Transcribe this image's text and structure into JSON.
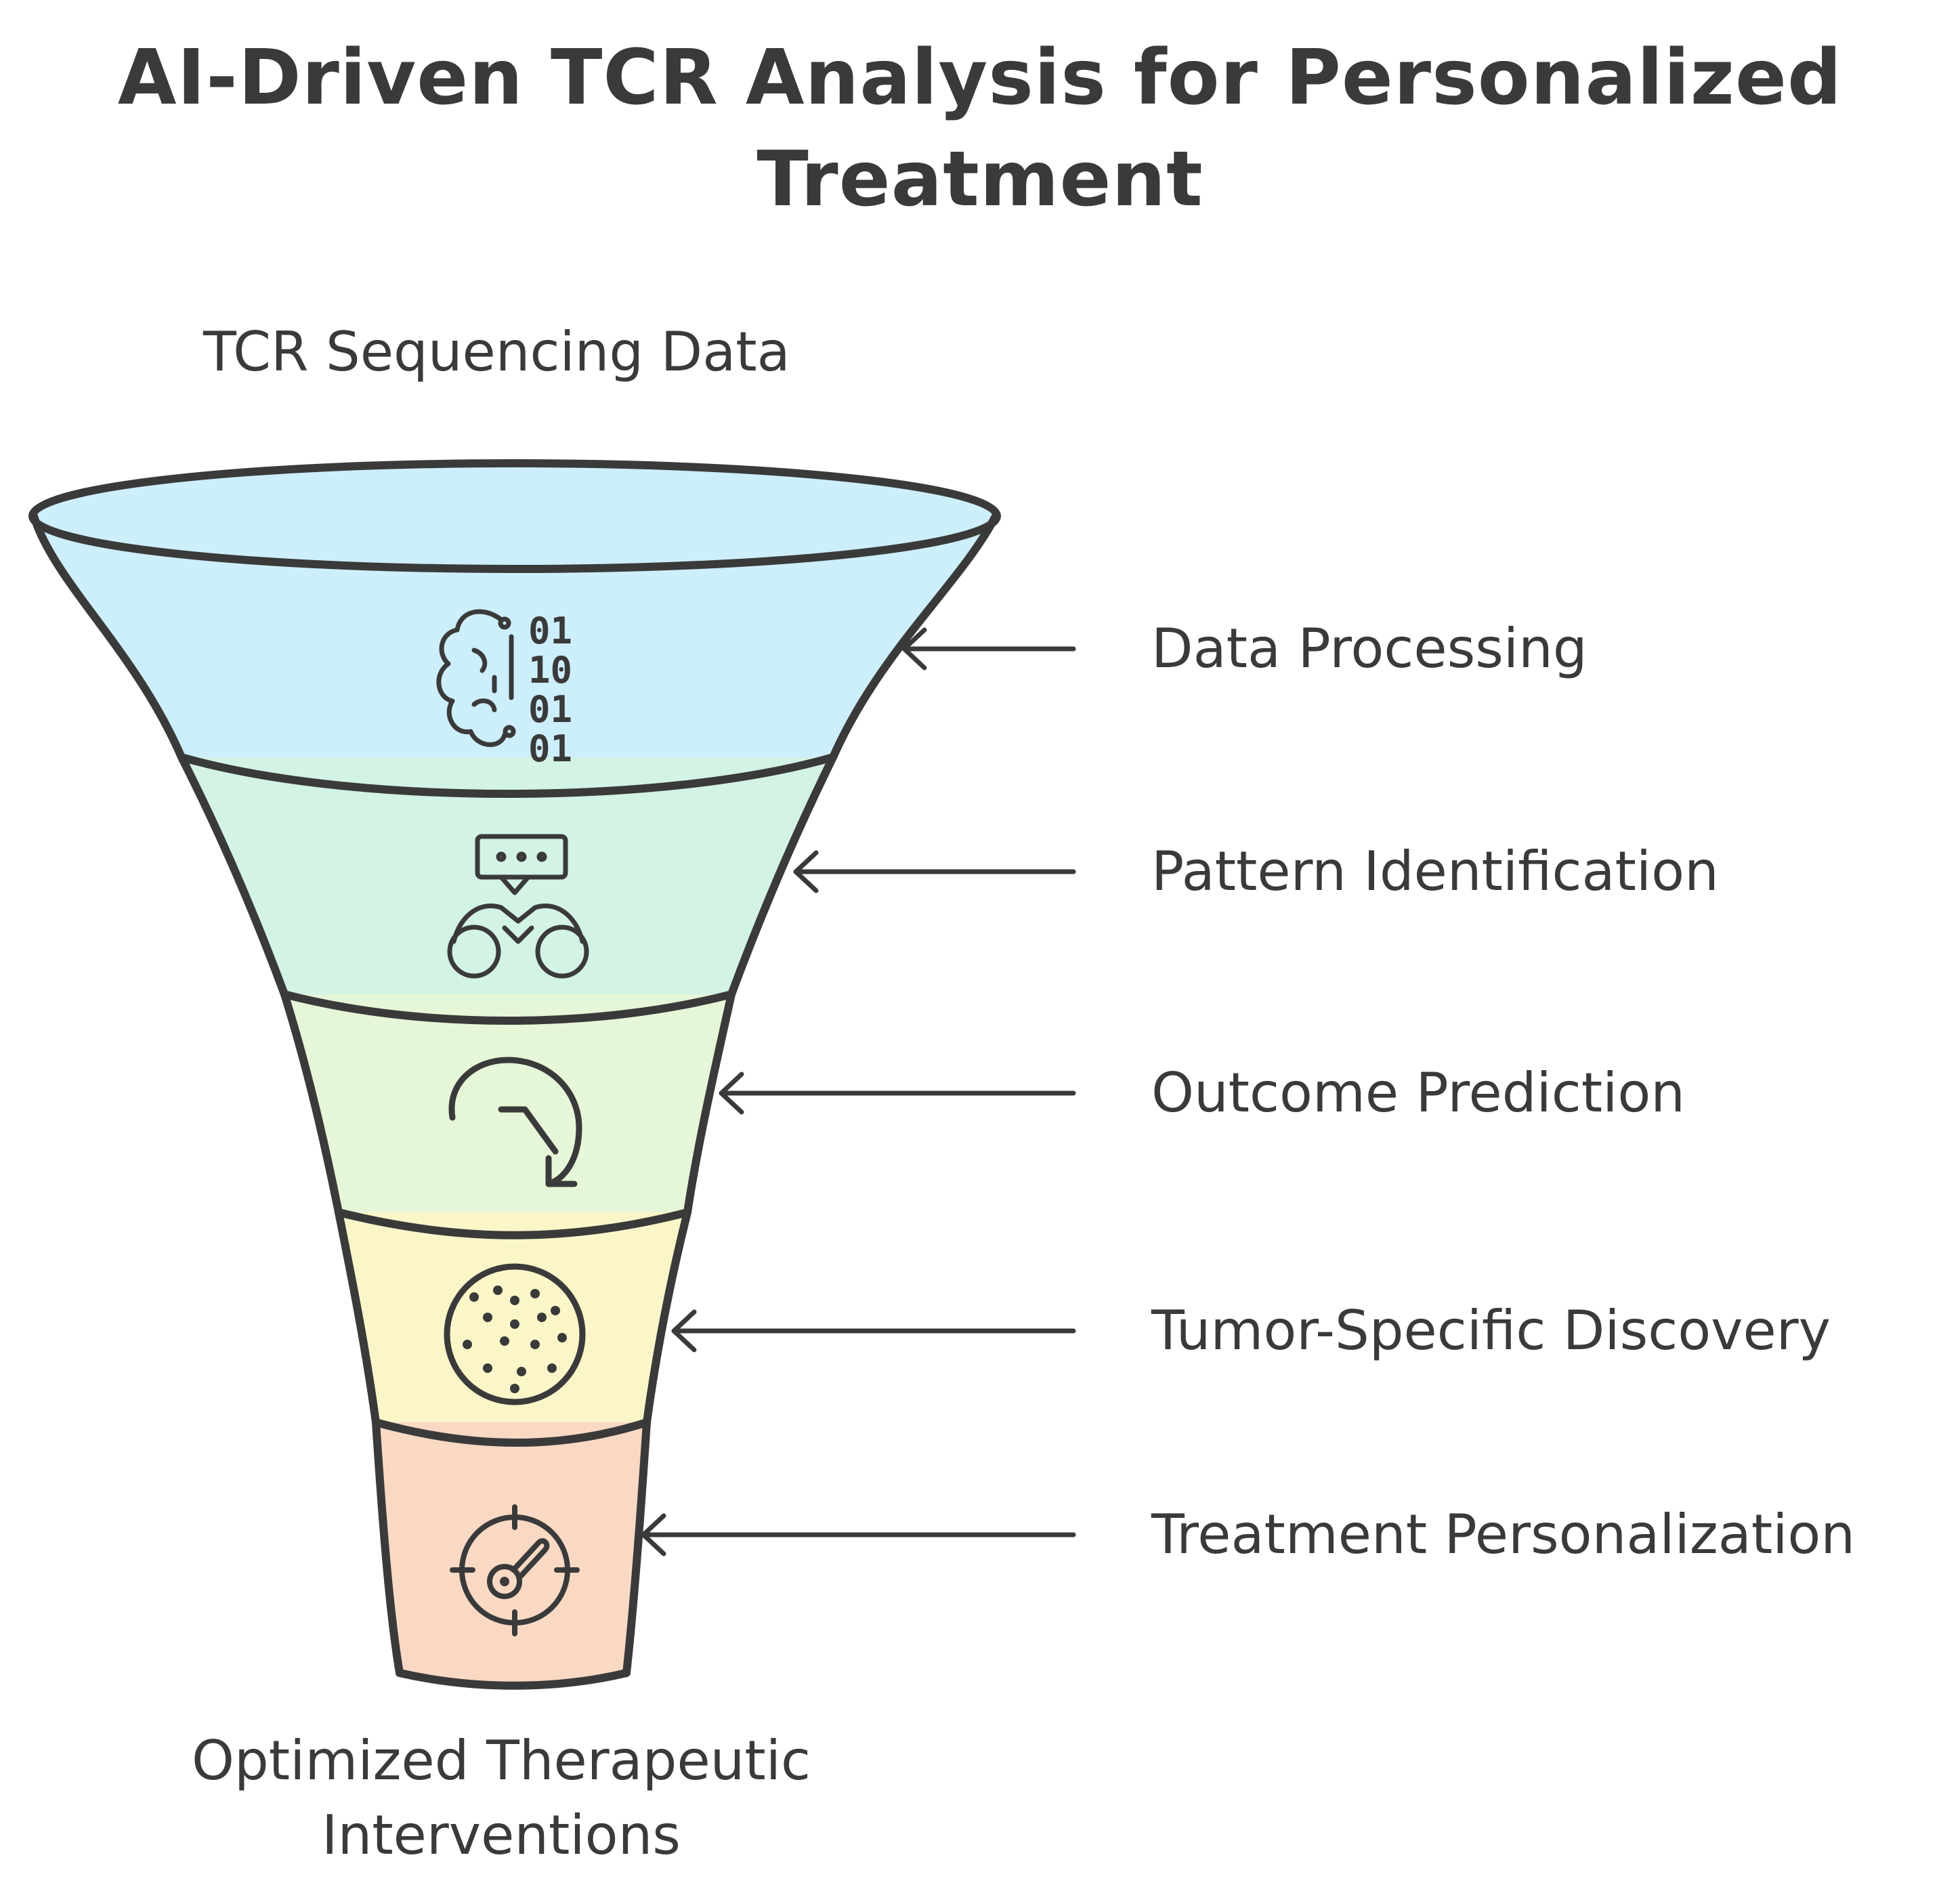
{
  "title": {
    "line1": "AI-Driven TCR Analysis for Personalized",
    "line2": "Treatment"
  },
  "funnel": {
    "input_label": "TCR Sequencing Data",
    "output_label": {
      "line1": "Optimized Therapeutic",
      "line2": "Interventions"
    },
    "stages": [
      {
        "label": "Data Processing",
        "icon": "brain-binary-icon",
        "color": "#cdeefb",
        "binary": [
          "01",
          "10",
          "01",
          "01"
        ]
      },
      {
        "label": "Pattern Identification",
        "icon": "binoculars-chat-icon",
        "color": "#d3f3e4"
      },
      {
        "label": "Outcome Prediction",
        "icon": "forecast-arrow-icon",
        "color": "#e6f6d8"
      },
      {
        "label": "Tumor-Specific Discovery",
        "icon": "tumor-cell-icon",
        "color": "#fbf6c8"
      },
      {
        "label": "Treatment Personalization",
        "icon": "target-key-icon",
        "color": "#f9d9c4"
      }
    ],
    "stroke_color": "#3a3a3a"
  }
}
